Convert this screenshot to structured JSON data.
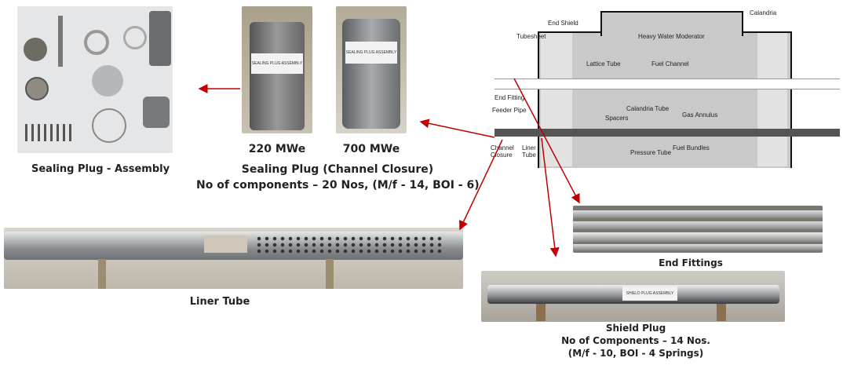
{
  "captions": {
    "assembly": "Sealing Plug - Assembly",
    "mwe220": "220 MWe",
    "mwe700": "700 MWe",
    "sealing_title": "Sealing Plug (Channel Closure)",
    "sealing_components": "No of components – 20 Nos, (M/f - 14, BOI - 6)",
    "liner_tube": "Liner Tube",
    "end_fittings": "End Fittings",
    "shield_title": "Shield Plug",
    "shield_components": "No of Components – 14 Nos.",
    "shield_breakdown": "(M/f - 10, BOI -  4 Springs)"
  },
  "photo_labels": {
    "plug_label": "SEALING PLUG ASSEMBLY",
    "shield_label": "SHIELD PLUG ASSEMBLY"
  },
  "diagram": {
    "labels": [
      "Calandria",
      "End Shield",
      "Tubesheet",
      "Heavy Water Moderator",
      "Lattice Tube",
      "Fuel Channel",
      "End Fitting",
      "Feeder Pipe",
      "Calandria Tube",
      "Spacers",
      "Gas Annulus",
      "Channel Closure",
      "Liner Tube",
      "Pressure Tube",
      "Fuel Bundles"
    ]
  },
  "colors": {
    "arrow": "#c00000",
    "metal": "#8a8d90"
  }
}
